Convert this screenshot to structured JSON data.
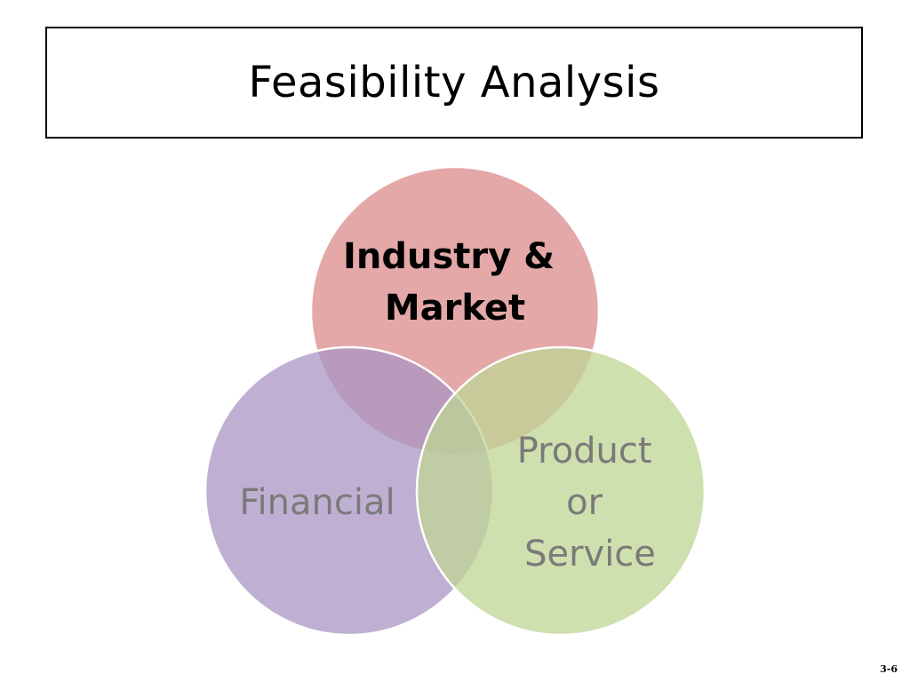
{
  "slide": {
    "title": "Feasibility Analysis",
    "slide_number": "3-6"
  },
  "diagram": {
    "type": "venn",
    "circles": [
      {
        "id": "industry-market",
        "label_lines": [
          "Industry &",
          "Market"
        ],
        "fill": "#d98b89",
        "text_color": "#000000",
        "bold": true
      },
      {
        "id": "financial",
        "label_lines": [
          "Financial"
        ],
        "fill": "#a996c4",
        "text_color": "#7a7a7a",
        "bold": false
      },
      {
        "id": "product-service",
        "label_lines": [
          "Product",
          "or",
          "Service"
        ],
        "fill": "#bfd694",
        "text_color": "#7a7a7a",
        "bold": false
      }
    ]
  }
}
